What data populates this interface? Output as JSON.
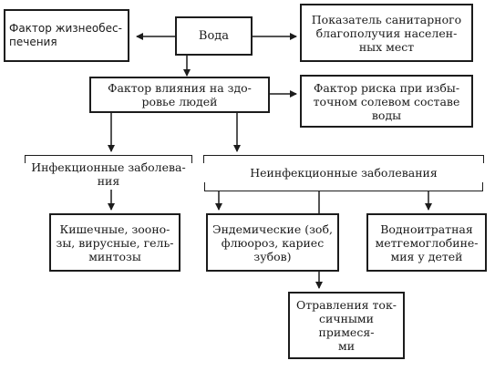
{
  "nodes": {
    "life_support": "Фактор жизнеобес-\nпечения",
    "water": "Вода",
    "sanitary": "Показатель санитарного\nблагополучия населен-\nных мест",
    "health": "Фактор влияния на здо-\nровье людей",
    "risk": "Фактор риска при избы-\nточном солевом составе\nводы",
    "infectious": "Инфекционные заболева-\nния",
    "noninfectious": "Неинфекционные заболевания",
    "intestinal": "Кишечные, зооно-\nзы, вирусные, гель-\nминтозы",
    "endemic": "Эндемические (зоб,\nфлюороз, кариес\nзубов)",
    "nitrate": "Водноитратная\nметгемоглобине-\nмия у детей",
    "poisoning": "Отравления ток-\nсичными примеся-\nми"
  }
}
